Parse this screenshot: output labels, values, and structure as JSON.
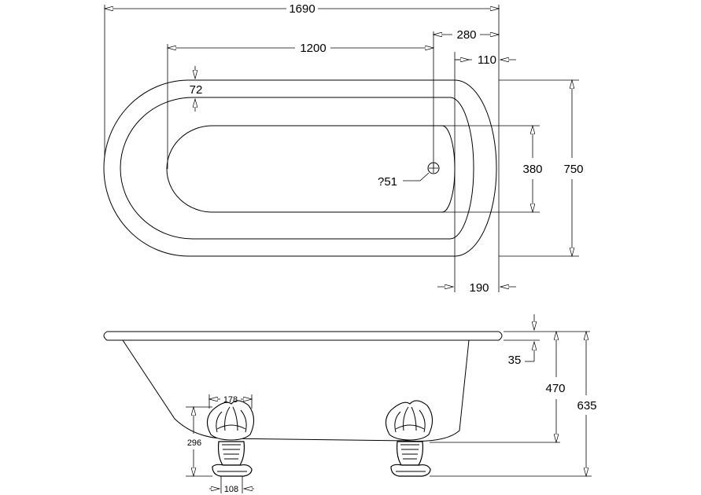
{
  "drawing": {
    "top_view": {
      "overall_length": "1690",
      "inner_length": "1200",
      "waste_offset": "280",
      "rim_end": "110",
      "rim_width": "72",
      "inner_width": "380",
      "overall_width": "750",
      "end_offset": "190",
      "waste_label": "?51"
    },
    "side_view": {
      "rim_thickness": "35",
      "internal_depth": "470",
      "overall_height": "635",
      "foot_width": "178",
      "foot_height": "296",
      "foot_base": "108"
    }
  }
}
